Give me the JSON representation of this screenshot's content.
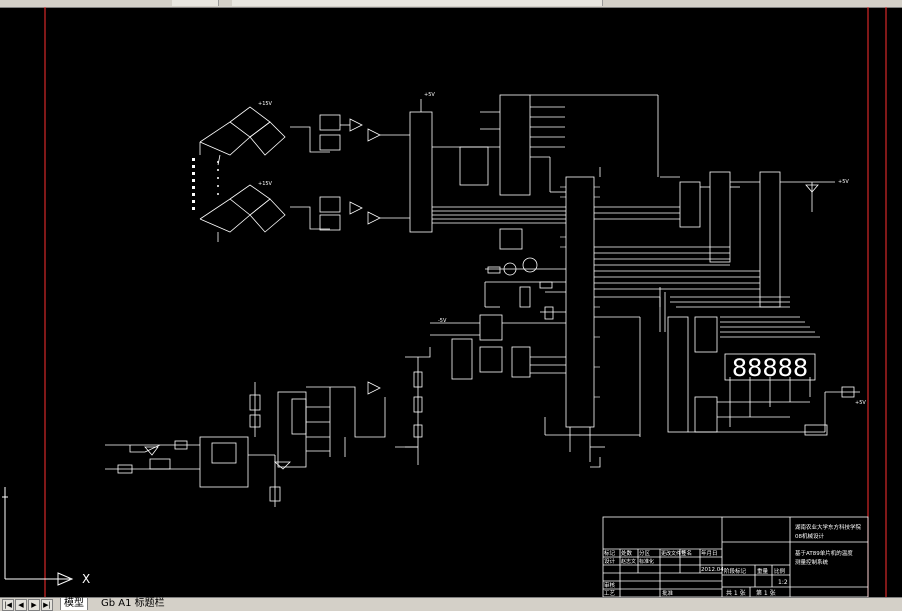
{
  "colors": {
    "canvas_bg": "#000000",
    "lines": "#ffffff",
    "border": "#ff3030",
    "tabbar_bg": "#d4d0c8"
  },
  "title_block": {
    "school": "湖南农业大学东方科技学院",
    "major": "08机械设计",
    "drawing_name_1": "基于AT89单片机的温度",
    "drawing_name_2": "测量控制系统",
    "header_marks": "标记",
    "header_count": "处数",
    "header_zone": "分区",
    "header_doc": "更改文件号",
    "header_sign": "签名",
    "header_date": "年月日",
    "design": "设计",
    "designer": "赵志文",
    "standardize": "标准化",
    "date": "2012.04",
    "stage_label": "阶段标记",
    "weight_label": "重量",
    "scale_label": "比例",
    "scale": "1:2",
    "review": "审核",
    "craft": "工艺",
    "approve": "批准",
    "sheets_total": "共 1 张",
    "sheet_no": "第 1 张"
  },
  "tabs": {
    "nav_first": "|◀",
    "nav_prev": "◀",
    "nav_next": "▶",
    "nav_last": "▶|",
    "model": "模型",
    "layout1": "Gb A1 标题栏"
  },
  "ucs_label": "X",
  "schematic": {
    "power_plus5": "+5V",
    "power_minus5": "-5V",
    "power_plus15": "+15V",
    "digits": "88888"
  }
}
